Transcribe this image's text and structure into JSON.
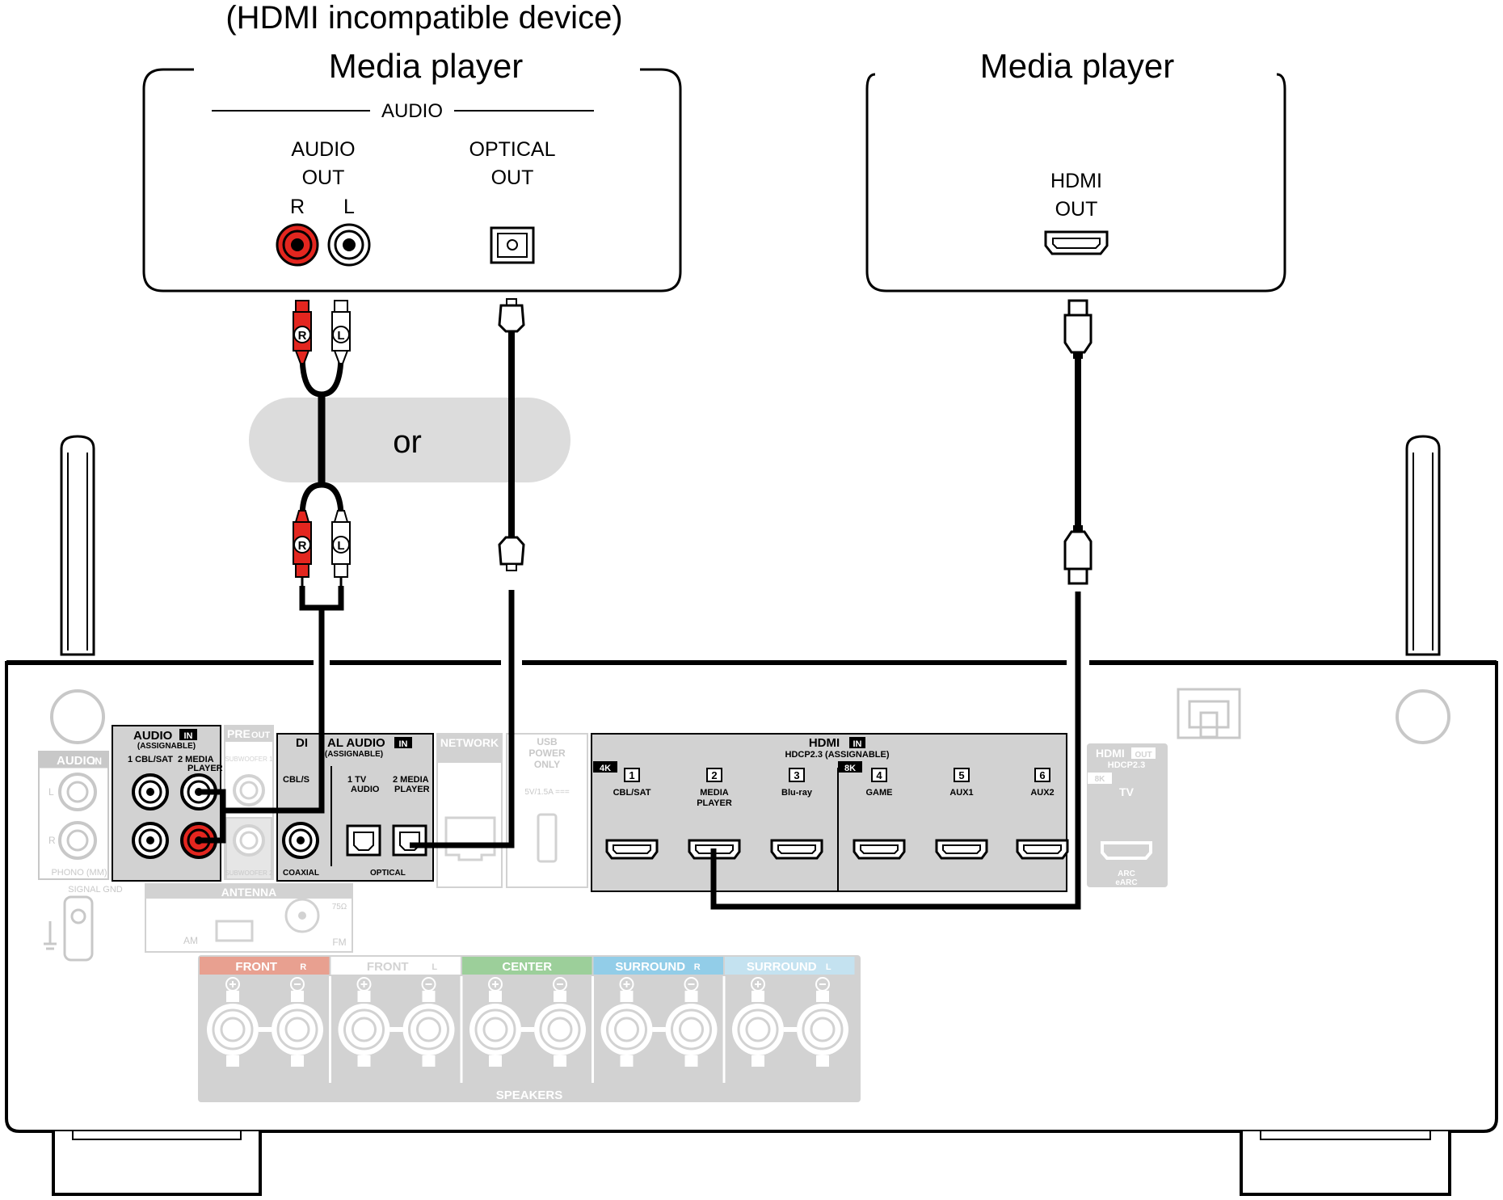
{
  "left_device": {
    "subtitle": "(HDMI incompatible device)",
    "title": "Media player",
    "section_label": "AUDIO",
    "audio_out_line1": "AUDIO",
    "audio_out_line2": "OUT",
    "channel_r": "R",
    "channel_l": "L",
    "optical_out_line1": "OPTICAL",
    "optical_out_line2": "OUT"
  },
  "right_device": {
    "title": "Media player",
    "hdmi_out_line1": "HDMI",
    "hdmi_out_line2": "OUT"
  },
  "or_label": "or",
  "plug_labels": {
    "r": "R",
    "l": "L"
  },
  "receiver": {
    "audio_in": {
      "title": "AUDIO",
      "badge": "IN",
      "sub": "(ASSIGNABLE)",
      "input1": "1 CBL/SAT",
      "input2": "2  MEDIA",
      "input2b": "PLAYER"
    },
    "preout": {
      "title": "PRE",
      "badge": "OUT",
      "sub1": "SUBWOOFER 1",
      "sub2": "SUBWOOFER 2"
    },
    "phono": {
      "title": "AUDIO",
      "badge": "IN",
      "l": "L",
      "r": "R",
      "label": "PHONO (MM)",
      "gnd": "SIGNAL GND"
    },
    "digital_audio": {
      "title_left": "DI",
      "title_right": "AL AUDIO",
      "badge": "IN",
      "sub": "(ASSIGNABLE)",
      "cbl": "CBL/S",
      "in1a": "1   TV",
      "in1b": "AUDIO",
      "in2a": "2 MEDIA",
      "in2b": "PLAYER",
      "coaxial": "COAXIAL",
      "optical": "OPTICAL"
    },
    "network": {
      "label": "NETWORK"
    },
    "usb": {
      "line1": "USB",
      "line2": "POWER",
      "line3": "ONLY",
      "power": "5V/1.5A ==="
    },
    "hdmi_in": {
      "title": "HDMI",
      "badge": "IN",
      "sub": "HDCP2.3  (ASSIGNABLE)",
      "badge_4k": "4K",
      "badge_8k": "8K",
      "inputs": [
        {
          "num": "1",
          "label": "CBL/SAT",
          "label2": ""
        },
        {
          "num": "2",
          "label": "MEDIA",
          "label2": "PLAYER"
        },
        {
          "num": "3",
          "label": "Blu-ray",
          "label2": ""
        },
        {
          "num": "4",
          "label": "GAME",
          "label2": ""
        },
        {
          "num": "5",
          "label": "AUX1",
          "label2": ""
        },
        {
          "num": "6",
          "label": "AUX2",
          "label2": ""
        }
      ]
    },
    "hdmi_out": {
      "title": "HDMI",
      "badge": "OUT",
      "sub": "HDCP2.3",
      "badge_8k": "8K",
      "tv": "TV",
      "arc": "ARC",
      "earc": "eARC"
    },
    "antenna": {
      "title": "ANTENNA",
      "am": "AM",
      "fm": "FM",
      "ohm": "75Ω"
    },
    "speakers": {
      "label": "SPEAKERS",
      "groups": [
        {
          "name": "FRONT",
          "side": "R",
          "color": "#e8a090"
        },
        {
          "name": "FRONT",
          "side": "L",
          "color": "#ffffff"
        },
        {
          "name": "CENTER",
          "side": "",
          "color": "#9ccf9a"
        },
        {
          "name": "SURROUND",
          "side": "R",
          "color": "#92cde8"
        },
        {
          "name": "SURROUND",
          "side": "L",
          "color": "#c4e2f0"
        }
      ]
    }
  },
  "colors": {
    "cable": "#000000",
    "red_plug": "#e3261f",
    "faded_text": "#c8c8c8",
    "panel_gray": "#d2d2d2",
    "or_bubble": "#dcdcdc"
  }
}
